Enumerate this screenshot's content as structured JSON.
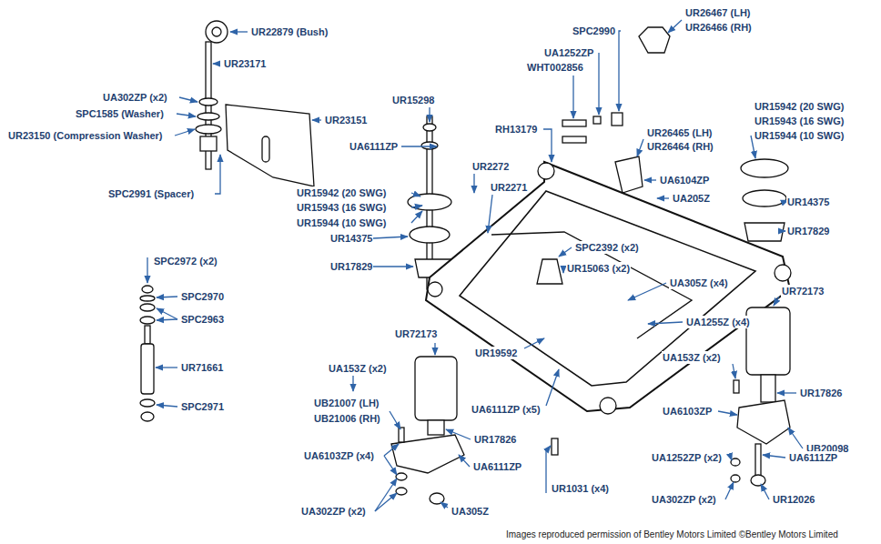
{
  "diagram": {
    "caption": "Images reproduced permission of Bentley Motors Limited ©Bentley Motors Limited",
    "labels": [
      "UR22879 (Bush)",
      "UR23171",
      "UA302ZP (x2)",
      "SPC1585 (Washer)",
      "UR23150 (Compression Washer)",
      "UR23151",
      "SPC2991 (Spacer)",
      "SPC2972 (x2)",
      "SPC2970",
      "SPC2963",
      "UR71661",
      "SPC2971",
      "UR15298",
      "UA6111ZP",
      "UR15942 (20 SWG)",
      "UR15943 (16 SWG)",
      "UR15944 (10 SWG)",
      "UR14375",
      "UR17829",
      "UR2272",
      "UR2271",
      "RH13179",
      "WHT002856",
      "UA1252ZP",
      "SPC2990",
      "UR26467 (LH)",
      "UR26466 (RH)",
      "UR26465 (LH)",
      "UR26464 (RH)",
      "UA6104ZP",
      "UA205Z",
      "UR15942 (20 SWG)",
      "UR15943 (16 SWG)",
      "UR15944 (10 SWG)",
      "UR14375",
      "UR17829",
      "SPC2392 (x2)",
      "UR15063 (x2)",
      "UA305Z (x4)",
      "UR72173",
      "UA1255Z (x4)",
      "UR72173",
      "UR19592",
      "UA153Z (x2)",
      "UA153Z (x2)",
      "UR17826",
      "UB21007 (LH)",
      "UB21006 (RH)",
      "UA6111ZP (x5)",
      "UA6103ZP",
      "UR17826",
      "UB20098",
      "UA6103ZP (x4)",
      "UA6111ZP",
      "UA1252ZP (x2)",
      "UA6111ZP",
      "UR1031 (x4)",
      "UA302ZP (x2)",
      "UA305Z",
      "UA302ZP (x2)",
      "UR12026"
    ]
  }
}
